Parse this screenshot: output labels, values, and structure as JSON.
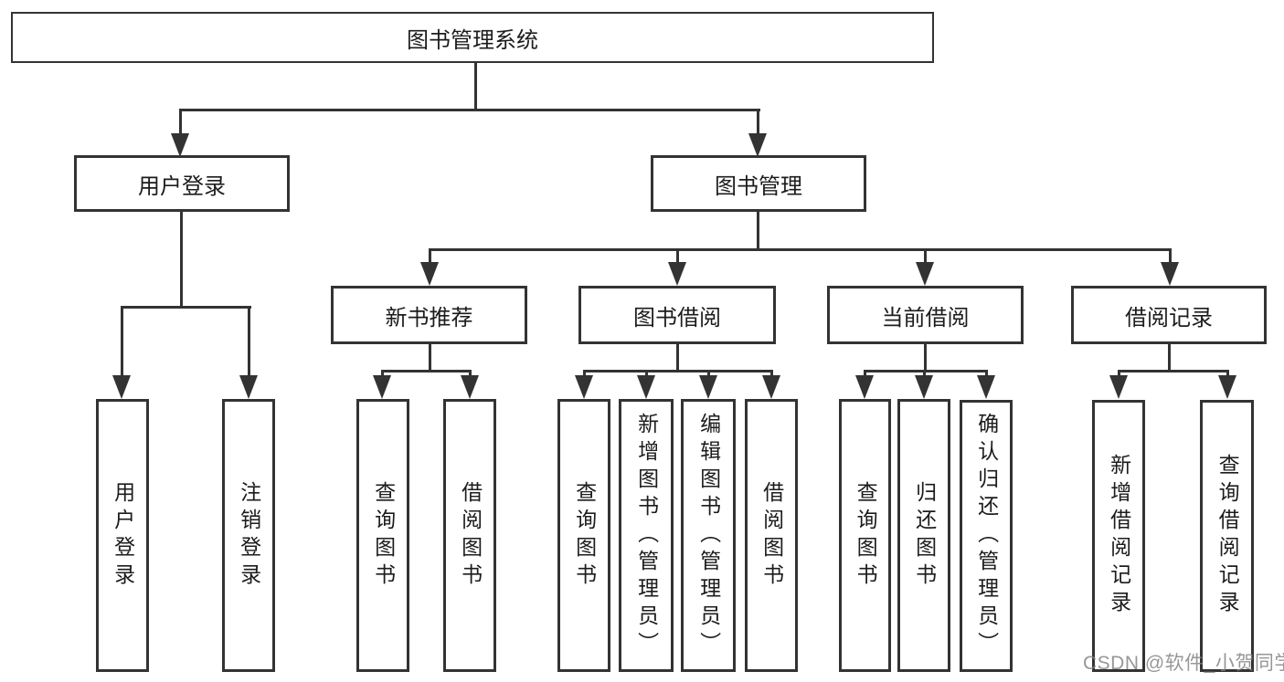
{
  "nodes": {
    "root": "图书管理系统",
    "user_login": "用户登录",
    "book_mgmt": "图书管理",
    "level3": [
      "新书推荐",
      "图书借阅",
      "当前借阅",
      "借阅记录"
    ],
    "leaves": {
      "login": [
        "用户登录",
        "注销登录"
      ],
      "recommend": [
        "查询图书",
        "借阅图书"
      ],
      "borrow": [
        "查询图书",
        "新增图书（管理员）",
        "编辑图书（管理员）",
        "借阅图书"
      ],
      "current": [
        "查询图书",
        "归还图书",
        "确认归还（管理员）"
      ],
      "records": [
        "新增借阅记录",
        "查询借阅记录"
      ]
    }
  },
  "colors": {
    "line": "#333333",
    "text": "#1c1c1c",
    "background": "#ffffff",
    "watermark": "#808080"
  },
  "watermark": "CSDN @软件_小贺同学"
}
